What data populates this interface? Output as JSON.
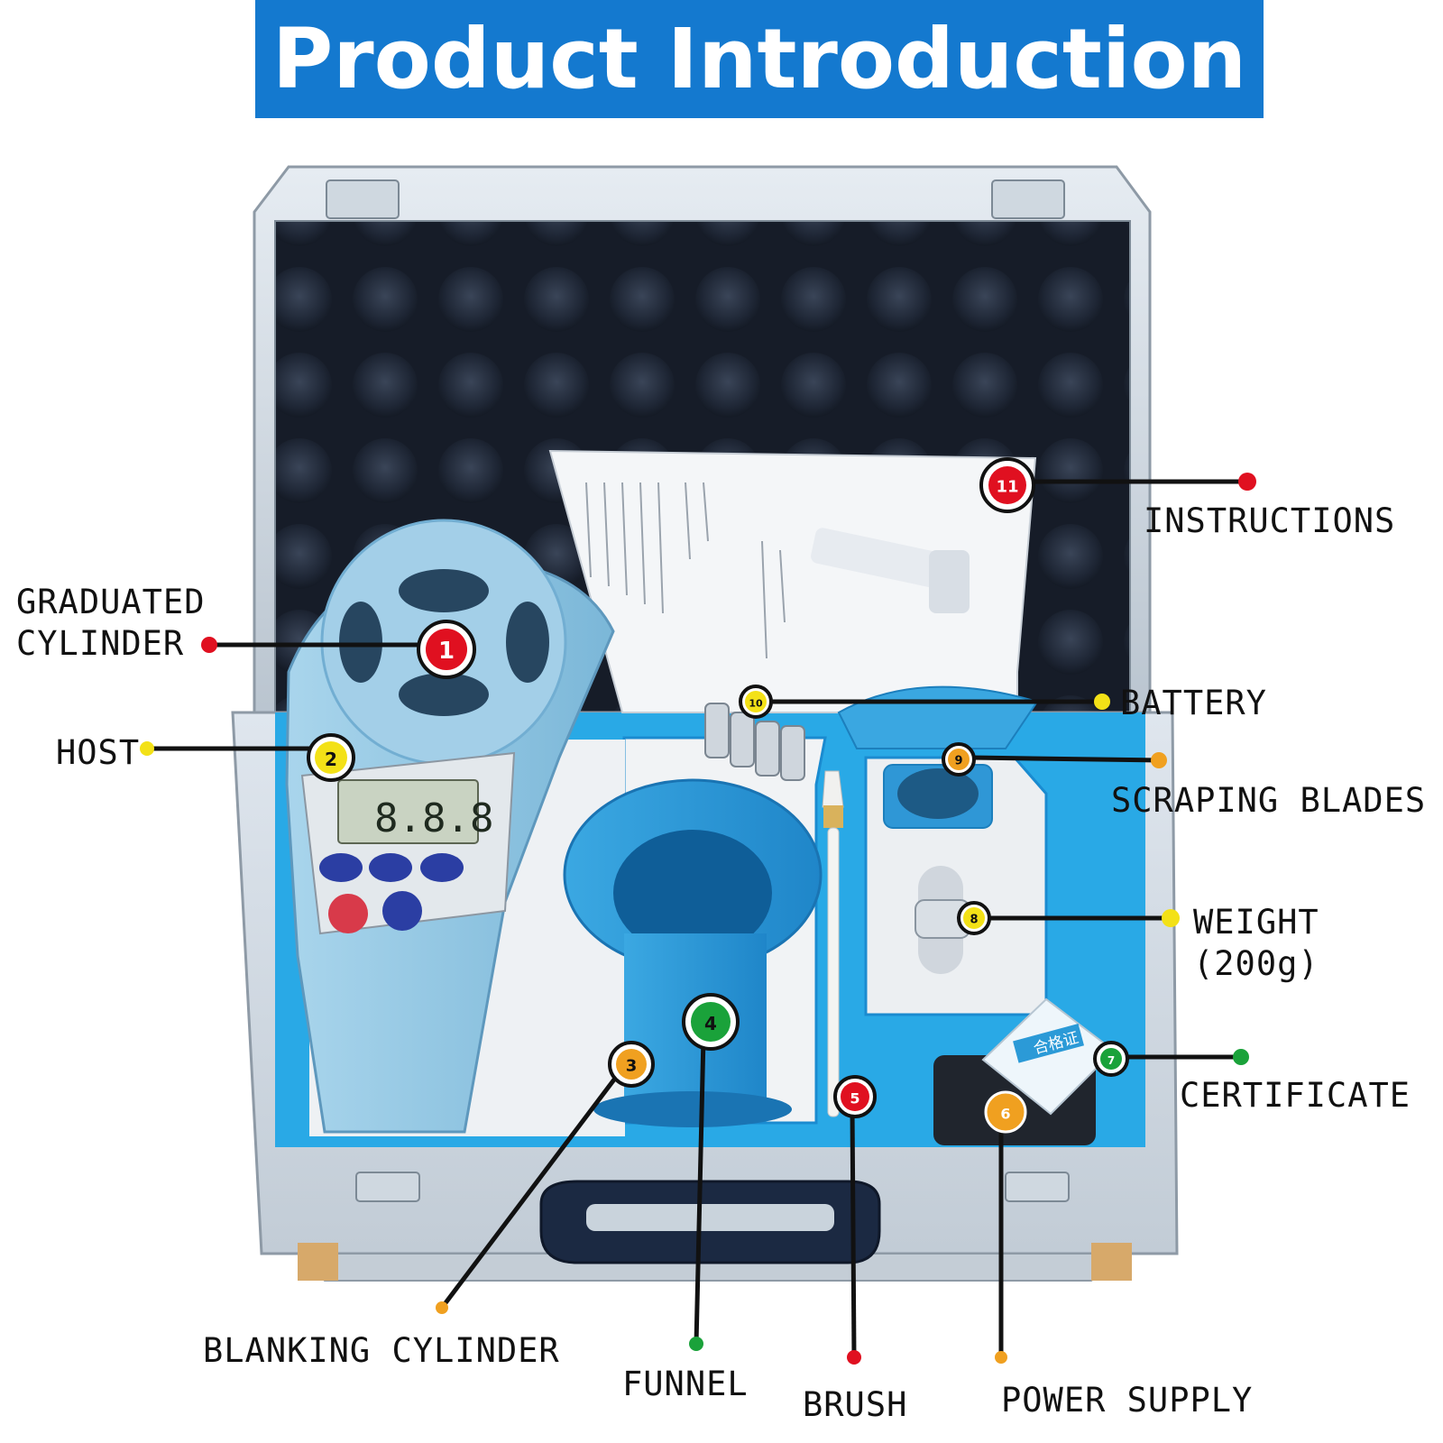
{
  "title": "Product Introduction",
  "colors": {
    "banner": "#1479cf",
    "case_frame": "#c9d3dc",
    "foam": "#1c2330",
    "tray": "#29a9e6",
    "device": "#93c8e3",
    "red": "#e01020",
    "yellow": "#f3e117",
    "orange": "#f0a020",
    "green": "#1aa23a"
  },
  "device_screen": "8.8.8",
  "certificate_text": "合格证",
  "callouts": [
    {
      "num": "1",
      "label": "GRADUATED\nCYLINDER",
      "color": "red"
    },
    {
      "num": "2",
      "label": "HOST",
      "color": "yellow"
    },
    {
      "num": "3",
      "label": "BLANKING CYLINDER",
      "color": "orange"
    },
    {
      "num": "4",
      "label": "FUNNEL",
      "color": "green"
    },
    {
      "num": "5",
      "label": "BRUSH",
      "color": "red"
    },
    {
      "num": "6",
      "label": "POWER SUPPLY",
      "color": "orange"
    },
    {
      "num": "7",
      "label": "CERTIFICATE",
      "color": "green"
    },
    {
      "num": "8",
      "label": "WEIGHT\n(200g)",
      "color": "yellow"
    },
    {
      "num": "9",
      "label": "SCRAPING BLADES",
      "color": "orange"
    },
    {
      "num": "10",
      "label": "BATTERY",
      "color": "yellow"
    },
    {
      "num": "11",
      "label": "INSTRUCTIONS",
      "color": "red"
    }
  ]
}
